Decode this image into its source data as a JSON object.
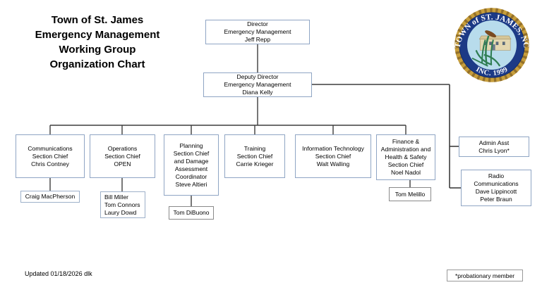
{
  "title": {
    "lines": [
      "Town of St. James",
      "Emergency Management",
      "Working Group",
      "Organization Chart"
    ]
  },
  "logo": {
    "arc_top": "TOWN of ST. JAMES, NC",
    "arc_bottom": "INC. 1999"
  },
  "chart": {
    "director": {
      "lines": [
        "Director",
        "Emergency Management",
        "Jeff Repp"
      ]
    },
    "deputy": {
      "lines": [
        "Deputy Director",
        "Emergency Management",
        "Diana Kelly"
      ]
    },
    "sections": [
      {
        "id": "communications",
        "lines": [
          "Communications",
          "Section Chief",
          "Chris Contney"
        ]
      },
      {
        "id": "operations",
        "lines": [
          "Operations",
          "Section Chief",
          "OPEN"
        ]
      },
      {
        "id": "planning",
        "lines": [
          "Planning",
          "Section Chief",
          "and Damage",
          "Assessment",
          "Coordinator",
          "Steve Altieri"
        ]
      },
      {
        "id": "training",
        "lines": [
          "Training",
          "Section Chief",
          "Carrie Krieger"
        ]
      },
      {
        "id": "information-technology",
        "lines": [
          "Information Technology",
          "Section Chief",
          "Walt Walling"
        ]
      },
      {
        "id": "finance",
        "lines": [
          "Finance &",
          "Administration and",
          "Health & Safety",
          "Section Chief",
          "Noel Nadol"
        ]
      }
    ],
    "staff_right": [
      {
        "id": "admin-asst",
        "lines": [
          "Admin Asst",
          "Chris Lyon*"
        ]
      },
      {
        "id": "radio-communications",
        "lines": [
          "Radio",
          "Communications",
          "Dave Lippincott",
          "Peter Braun"
        ]
      }
    ],
    "subordinates": [
      {
        "id": "craig",
        "lines": [
          "Craig MacPherson"
        ]
      },
      {
        "id": "bill",
        "lines": [
          "Bill Miller",
          "Tom Connors",
          "Laury Dowd"
        ]
      },
      {
        "id": "dibuono",
        "lines": [
          "Tom DiBuono"
        ]
      },
      {
        "id": "melillo",
        "lines": [
          "Tom Melillo"
        ]
      }
    ]
  },
  "footer": {
    "updated": "Updated 01/18/2026 dlk",
    "note": "*probationary member"
  },
  "colors": {
    "box_border_blue": "#8fa5c4",
    "sub_box_border_blue": "#9db0c9",
    "sub_box_border_gray": "#8a8a8a",
    "connector": "#3d3d3d",
    "logo_navy": "#1c3a86",
    "logo_sky": "#b8dcec",
    "logo_gold": "#c79e3c",
    "logo_green": "#2f7d52",
    "logo_brown": "#7a4a21",
    "logo_tan": "#e3d7b0"
  }
}
